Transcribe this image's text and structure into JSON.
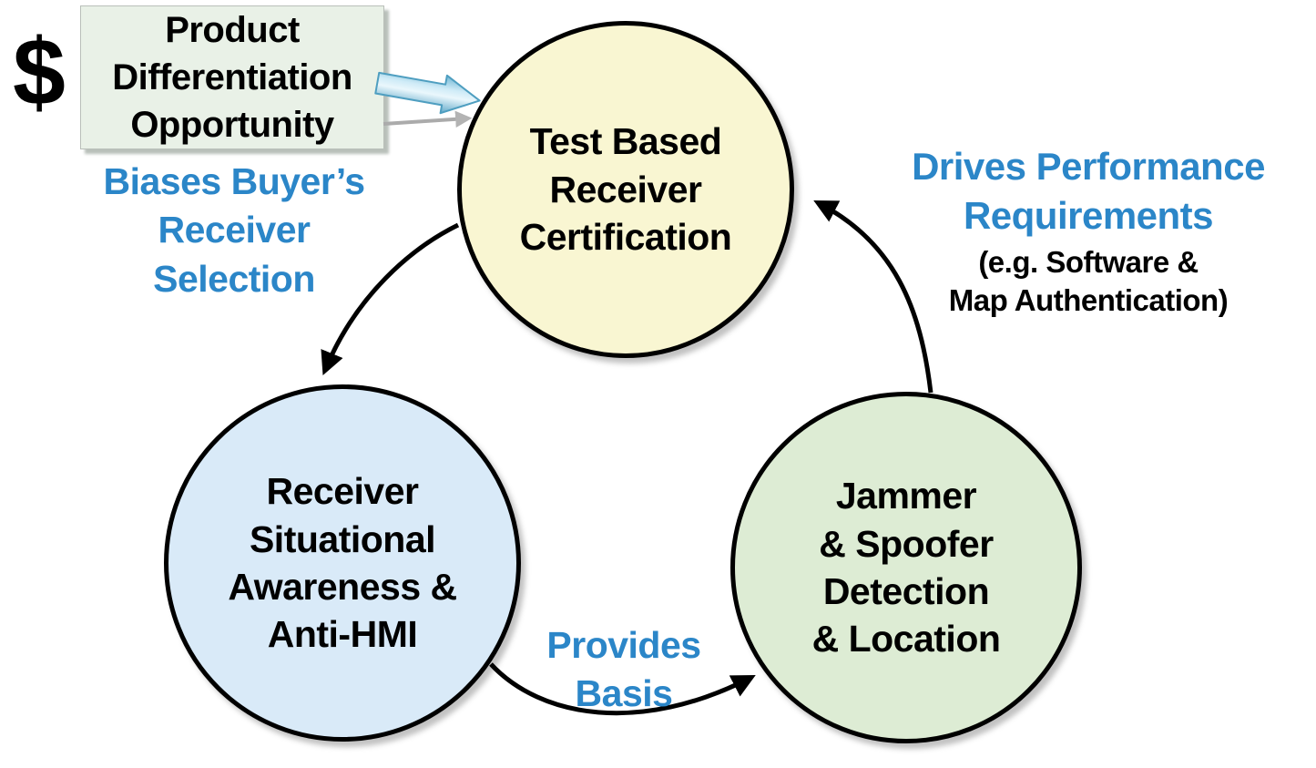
{
  "diagram": {
    "dollar_sign": "$",
    "product_box": {
      "label": "Product\nDifferentiation\nOpportunity"
    },
    "labels": {
      "biases": "Biases Buyer’s\nReceiver\nSelection",
      "drives_main": "Drives Performance\nRequirements",
      "drives_sub": "(e.g. Software &\nMap Authentication)",
      "provides": "Provides\nBasis"
    },
    "nodes": [
      {
        "id": "test-based-receiver-certification",
        "label": "Test Based\nReceiver\nCertification",
        "fill": "#F9F6D2"
      },
      {
        "id": "receiver-situational-awareness-anti-hmi",
        "label": "Receiver\nSituational\nAwareness &\nAnti-HMI",
        "fill": "#D9EAF8"
      },
      {
        "id": "jammer-spoofer-detection-location",
        "label": "Jammer\n& Spoofer\nDetection\n& Location",
        "fill": "#DDECD4"
      }
    ],
    "colors": {
      "accent_blue_text": "#2B86C8",
      "node_yellow": "#F9F6D2",
      "node_blue": "#D9EAF8",
      "node_green": "#DDECD4",
      "product_box_green": "#E9F1E7",
      "arrow_black": "#000000",
      "arrow_blue_fill": "#9FD0E4",
      "arrow_gray": "#ABABAB"
    }
  }
}
